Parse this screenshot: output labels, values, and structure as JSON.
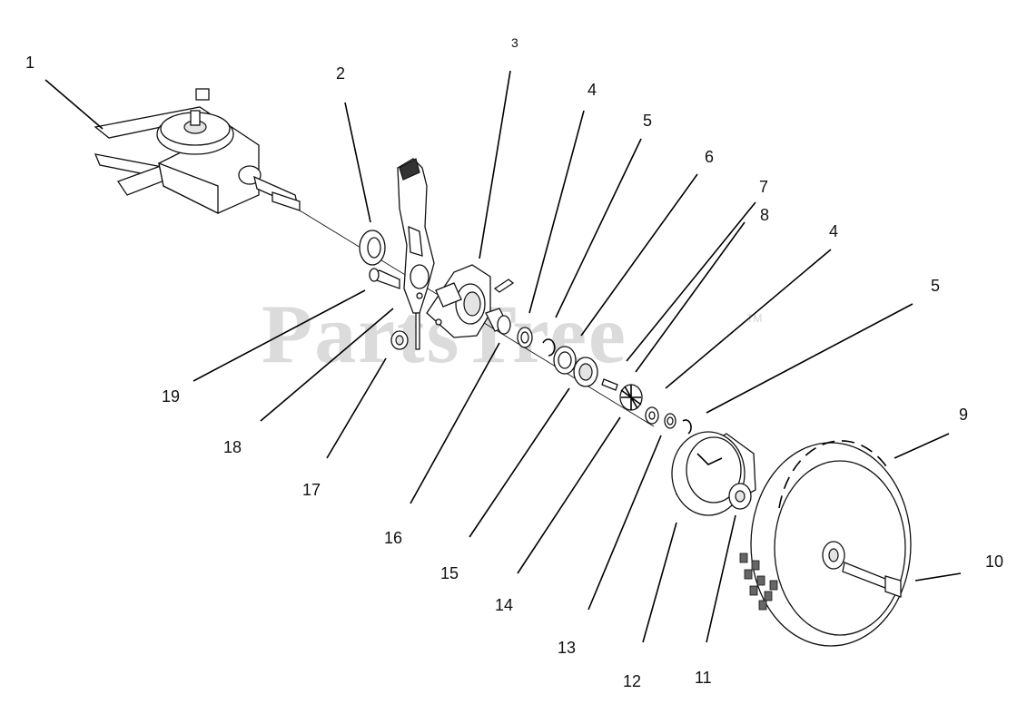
{
  "watermark": {
    "text": "PartsTree",
    "tm": "TM"
  },
  "callouts": [
    "1",
    "2",
    "3",
    "4",
    "5",
    "6",
    "7",
    "8",
    "4",
    "5",
    "9",
    "10",
    "11",
    "12",
    "13",
    "14",
    "15",
    "16",
    "17",
    "18",
    "19"
  ]
}
